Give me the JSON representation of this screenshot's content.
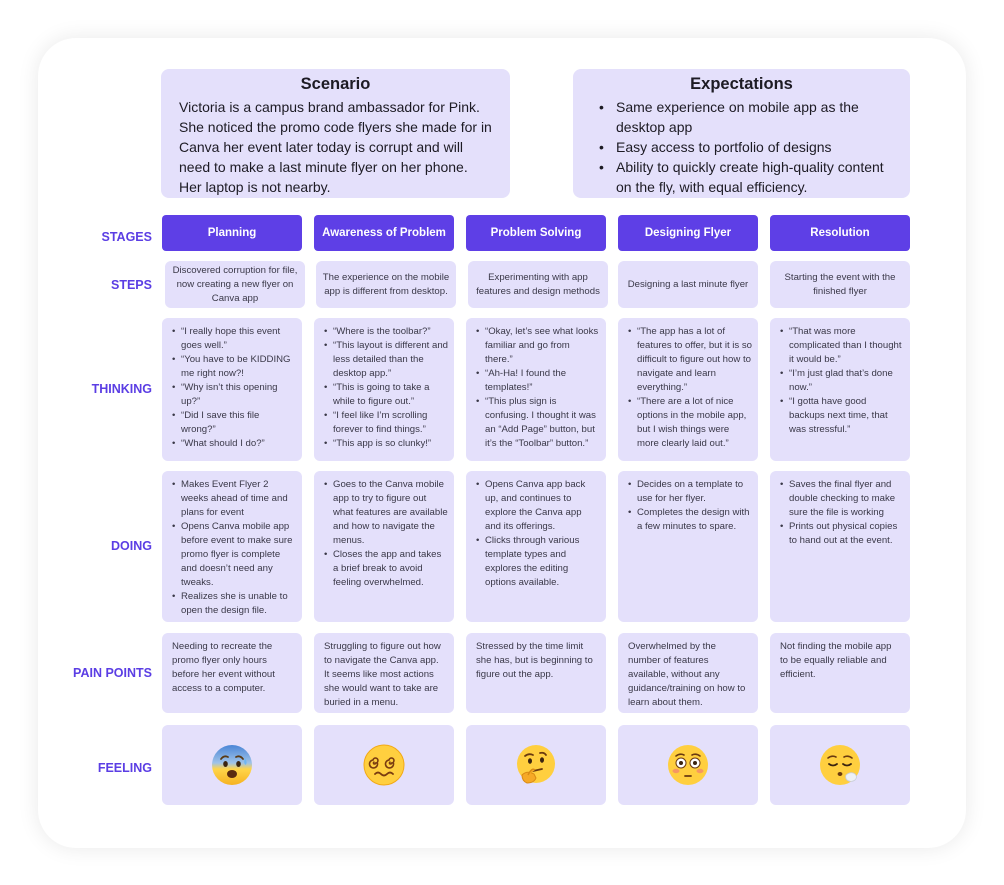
{
  "scenario": {
    "title": "Scenario",
    "text": "Victoria is a campus brand ambassador for Pink. She noticed the promo code flyers she made for in Canva her event later today is corrupt and will need to make a last minute flyer on her phone. Her laptop is not nearby."
  },
  "expectations": {
    "title": "Expectations",
    "items": [
      "Same experience on mobile app as the desktop app",
      "Easy access to portfolio of designs",
      "Ability to quickly create high-quality content on the fly, with equal efficiency."
    ]
  },
  "labels": {
    "stages": "STAGES",
    "steps": "STEPS",
    "thinking": "THINKING",
    "doing": "DOING",
    "pain_points": "PAIN POINTS",
    "feeling": "FEELING"
  },
  "stages": [
    "Planning",
    "Awareness of Problem",
    "Problem Solving",
    "Designing Flyer",
    "Resolution"
  ],
  "steps": [
    "Discovered corruption for file, now creating a new flyer on Canva app",
    "The experience on the mobile app is different from desktop.",
    "Experimenting with app features and design methods",
    "Designing a last minute flyer",
    "Starting the event with the finished flyer"
  ],
  "thinking": [
    [
      "“I really hope this event goes well.”",
      "“You have to be KIDDING me right now?!",
      "“Why isn’t this opening up?”",
      "“Did I save this file wrong?”",
      "“What should I do?”"
    ],
    [
      "“Where is the toolbar?”",
      "“This layout is different and less detailed than the desktop app.”",
      "“This is going to take a while to figure out.”",
      "“I feel like I’m scrolling forever to find things.”",
      "“This app is so clunky!”"
    ],
    [
      "“Okay, let’s see what looks familiar and go from there.”",
      "“Ah-Ha! I found the templates!”",
      "“This plus sign is confusing. I thought it was an “Add Page” button, but it’s the “Toolbar” button.”"
    ],
    [
      "“The app has a lot of features to offer, but it is so difficult to figure out how to navigate and learn everything.”",
      "“There are a lot of nice options in the mobile app, but I wish things were more clearly laid out.”"
    ],
    [
      "“That was more complicated than I thought it would be.”",
      "“I’m just glad that’s done now.”",
      "“I gotta have good backups next time, that was stressful.”"
    ]
  ],
  "doing": [
    [
      "Makes Event Flyer 2 weeks ahead of time and plans for event",
      "Opens Canva mobile app before event to make sure promo flyer is complete and doesn’t need any tweaks.",
      "Realizes she is unable to open the design file."
    ],
    [
      "Goes to the Canva mobile app to try to figure out what features are available and how to navigate the menus.",
      "Closes the app and takes a brief break to avoid feeling overwhelmed."
    ],
    [
      "Opens Canva app back up, and continues to explore the Canva app and its offerings.",
      "Clicks through various template types and explores the editing options available."
    ],
    [
      "Decides on a template to use for her flyer.",
      "Completes the design with a few minutes to spare."
    ],
    [
      "Saves the final flyer and double checking to make sure the file is working",
      "Prints out physical copies to hand out at the event."
    ]
  ],
  "pain_points": [
    "Needing to recreate the promo flyer only hours before her event without access to a computer.",
    "Struggling to figure out how to navigate the Canva app. It seems like most actions she would want to take are buried in a menu.",
    "Stressed by the time limit she has, but is beginning to figure out the app.",
    "Overwhelmed by the number of features available, without any guidance/training on how to learn about them.",
    "Not finding the mobile app to be equally reliable and efficient."
  ],
  "feelings": [
    "anxious-face-icon",
    "dizzy-face-icon",
    "thinking-face-icon",
    "flushed-face-icon",
    "exhaling-face-icon"
  ],
  "colors": {
    "accent": "#5e3fe6",
    "label": "#5b3ee4",
    "cell": "#e4e0fb"
  }
}
